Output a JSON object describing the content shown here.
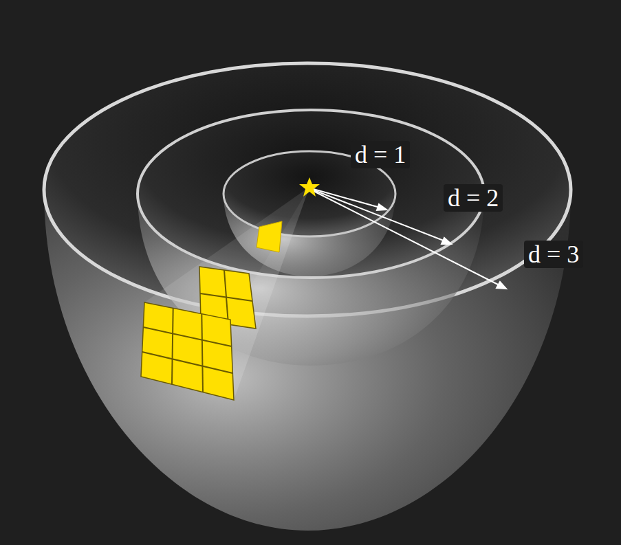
{
  "diagram": {
    "labels": [
      "d = 1",
      "d = 2",
      "d = 3"
    ]
  }
}
